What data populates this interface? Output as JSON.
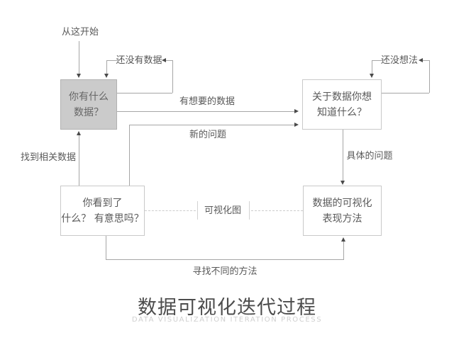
{
  "title": "数据可视化迭代过程",
  "subtitle": "DATA VISUALIZATION ITERATION PROCESS",
  "boxes": {
    "have_data": {
      "line1": "你有什么",
      "line2": "数据？"
    },
    "want_to_know": {
      "line1": "关于数据你想",
      "line2": "知道什么？"
    },
    "what_see": {
      "line1": "你看到了",
      "line2": "什么？ 有意思吗？"
    },
    "vis_method": {
      "line1": "数据的可视化",
      "line2": "表现方法"
    }
  },
  "labels": {
    "start": "从这开始",
    "no_data_yet": "还没有数据",
    "no_idea_yet": "还没想法",
    "have_wanted_data": "有想要的数据",
    "new_question": "新的问题",
    "find_related_data": "找到相关数据",
    "specific_question": "具体的问题",
    "visualization_chart": "可视化图",
    "find_different_method": "寻找不同的方法"
  },
  "edges": [
    {
      "from": "start",
      "to": "have_data",
      "label": "从这开始"
    },
    {
      "from": "have_data",
      "to": "have_data",
      "label": "还没有数据"
    },
    {
      "from": "have_data",
      "to": "want_to_know",
      "label": "有想要的数据"
    },
    {
      "from": "want_to_know",
      "to": "want_to_know",
      "label": "还没想法"
    },
    {
      "from": "want_to_know",
      "to": "vis_method",
      "label": "具体的问题"
    },
    {
      "from": "what_see",
      "to": "want_to_know",
      "label": "新的问题"
    },
    {
      "from": "what_see",
      "to": "have_data",
      "label": "找到相关数据"
    },
    {
      "from": "what_see",
      "to": "vis_method",
      "label": "可视化图 (dashed)"
    },
    {
      "from": "what_see",
      "to": "vis_method",
      "label": "寻找不同的方法"
    }
  ],
  "colors": {
    "background": "#ffffff",
    "line": "#a6a6a6",
    "dashed_line": "#cccccc",
    "arrowhead": "#4a4a4a",
    "box_border": "#c9c9c9",
    "gray_box_fill": "#cbcbcb",
    "text": "#595959",
    "title_text": "#4d4d4d",
    "subtitle_text": "#cfcfcf"
  }
}
